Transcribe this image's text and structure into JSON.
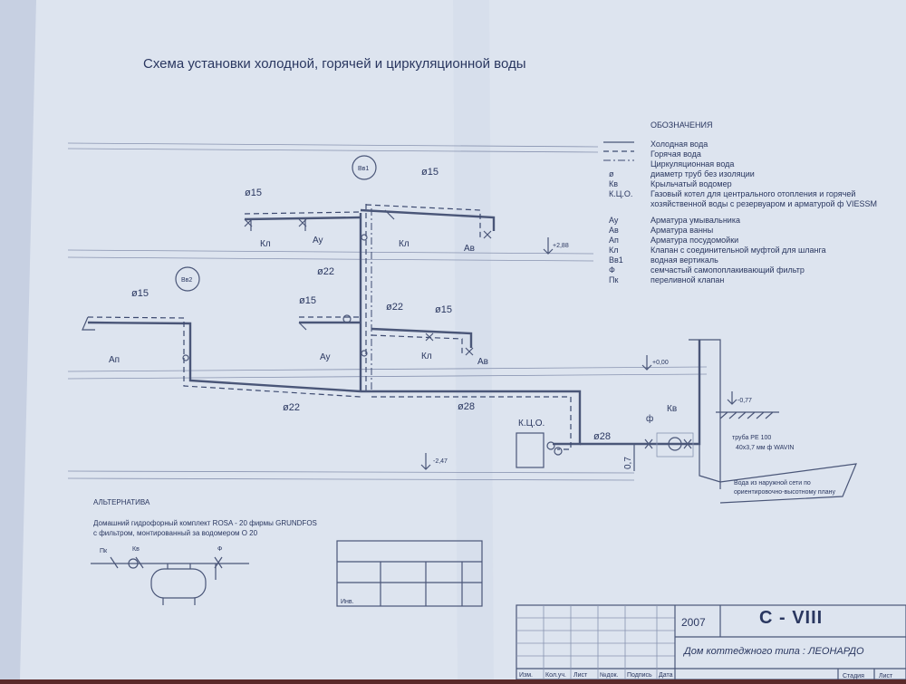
{
  "title": "Схема   установки холодной, горячей и циркуляционной воды",
  "legend": {
    "heading": "ОБОЗНАЧЕНИЯ",
    "items": [
      {
        "symbol": "",
        "text": "Холодная вода"
      },
      {
        "symbol": "",
        "text": "Горячая вода"
      },
      {
        "symbol": "",
        "text": "Циркуляционная вода"
      },
      {
        "symbol": "ø",
        "text": "диаметр труб без изоляции"
      },
      {
        "symbol": "Кв",
        "text": "Крыльчатый водомер"
      },
      {
        "symbol": "К.Ц.О.",
        "text": "Газовый котел для центрального отопления и горячей"
      },
      {
        "symbol": "",
        "text": "хозяйственной воды с резервуаром и арматурой  ф VIESSM"
      },
      {
        "symbol": "Ау",
        "text": "Арматура умывальника"
      },
      {
        "symbol": "Ав",
        "text": "Арматура ванны"
      },
      {
        "symbol": "Ап",
        "text": "Арматура посудомойки"
      },
      {
        "symbol": "Кл",
        "text": "Клапан с соединительной муфтой для шланга"
      },
      {
        "symbol": "Вв1",
        "text": "водная вертикаль"
      },
      {
        "symbol": "Ф",
        "text": "семчастый самопоплакивающий фильтр"
      },
      {
        "symbol": "Пк",
        "text": "переливной клапан"
      }
    ]
  },
  "diagram": {
    "risers": [
      "Вв1",
      "Вв2"
    ],
    "diameters": {
      "d15": "ø15",
      "d22": "ø22",
      "d28": "ø28"
    },
    "fixtures": {
      "kl": "Кл",
      "au": "Ау",
      "av": "Ав",
      "ap": "Ап"
    },
    "levels": {
      "upper": "+2,88",
      "zero": "+0,00",
      "lower": "-2,47",
      "ground": "-0,77"
    },
    "boiler": "К.Ц.О.",
    "meter": "Кв",
    "filter": "ф",
    "dim_vertical": "0,7",
    "pipe_note_1": "труба PE 100",
    "pipe_note_2": "40x3,7 мм    ф WAVIN",
    "inlet_note_1": "Вода из наружной сети по",
    "inlet_note_2": "ориентировочно-высотному плану"
  },
  "alternative": {
    "heading": "АЛЬТЕРНАТИВА",
    "line1": "Домашний гидрофорный комплект ROSA - 20 фирмы GRUNDFOS",
    "line2": "с фильтром, монтированный за водомером О 20",
    "pk": "Пк",
    "kv": "Кв",
    "f": "Ф"
  },
  "stamp": {
    "inv": "Инв.",
    "year": "2007",
    "code": "С - VIII",
    "project": "Дом коттеджного типа : ЛЕОНАРДО",
    "columns": [
      "Изм.",
      "Кол.уч.",
      "Лист",
      "№док.",
      "Подпись",
      "Дата"
    ],
    "stage": "Стадия",
    "sheet": "Лист"
  },
  "colors": {
    "ink": "#2a3760",
    "paper": "#dfe6f0"
  }
}
